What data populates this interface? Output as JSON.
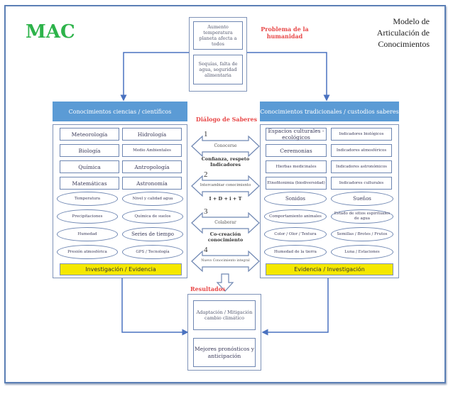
{
  "title": "MAC",
  "model_title": [
    "Modelo de",
    "Articulación de",
    "Conocimientos"
  ],
  "problem": {
    "label": [
      "Problema de la",
      "humanidad"
    ],
    "items": [
      "Aumento temperatura planeta afecta a todos",
      "Sequías, falta de agua, seguridad alimentaria"
    ]
  },
  "dialog_label": "Diálogo de Saberes",
  "left": {
    "header": "Conocimientos ciencias / científicos",
    "disciplines": [
      "Meteorología",
      "Hidrología",
      "Biología",
      "Medio Ambientales",
      "Química",
      "Antropología",
      "Matemáticas",
      "Astronomía"
    ],
    "variables": [
      "Temperatura",
      "Nivel y calidad agua",
      "Precipitaciones",
      "Química de suelos",
      "Humedad",
      "Series de tiempo",
      "Presión atmosférica",
      "GPS / Tecnología"
    ],
    "footer": "Investigación / Evidencia"
  },
  "right": {
    "header": "Conocimientos tradicionales / custodios saberes",
    "practices": [
      "Espacios culturales - ecológicos",
      "Indicadores biológicos",
      "Ceremonias",
      "Indicadores atmosféricos",
      "Hierbas medicinales",
      "Indicadores astronómicos",
      "Etnofitonimia (biodiversidad)",
      "Indicadores culturales"
    ],
    "indicators": [
      "Sonidos",
      "Sueños",
      "Comportamiento animales",
      "Estado de sitios espirituales de agua",
      "Color / Olor / Textura",
      "Semillas / Brotes / Frutos",
      "Humedad de la tierra",
      "Luna / Estaciones"
    ],
    "footer": "Evidencia / Investigación"
  },
  "steps": [
    {
      "number": "1",
      "action": "Conocerse",
      "outcome": [
        "Confianza, respeto",
        "Indicadores"
      ]
    },
    {
      "number": "2",
      "action": "Intercambiar conocimiento",
      "outcome": [
        "I + D + i + T"
      ]
    },
    {
      "number": "3",
      "action": "Colaborar",
      "outcome": [
        "Co-creación",
        "conocimiento"
      ]
    },
    {
      "number": "4",
      "action": "Nuevo Conocimiento integral",
      "outcome": []
    }
  ],
  "results": {
    "label": "Resultados",
    "items": [
      "Adaptación / Mitigación cambio climático",
      "Mejores pronósticos y anticipación"
    ]
  }
}
